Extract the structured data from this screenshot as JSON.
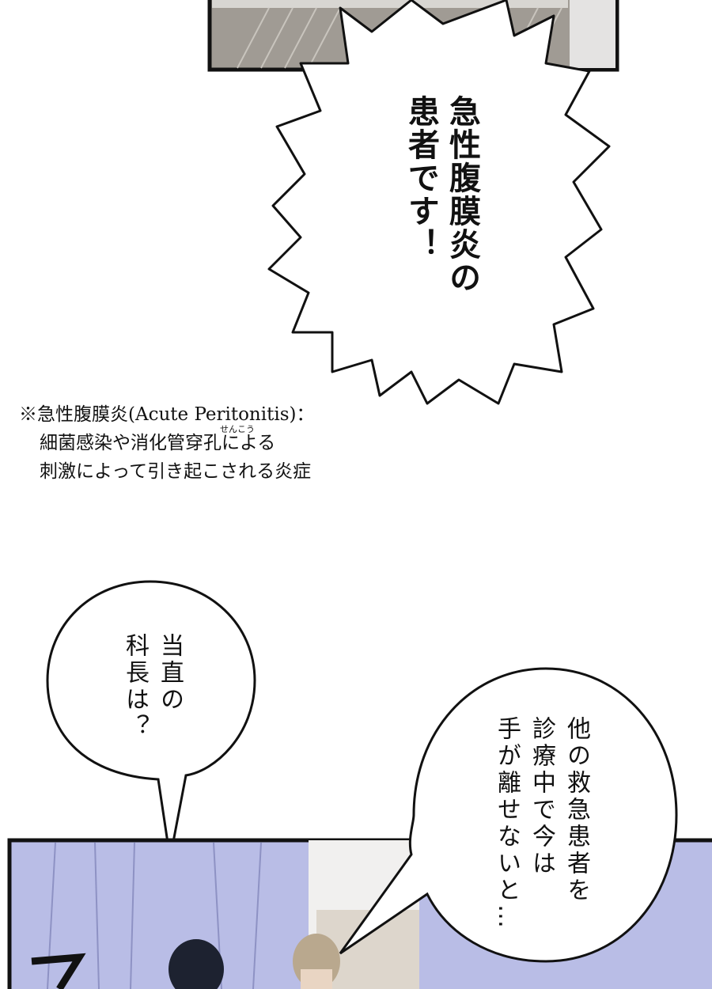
{
  "burst_bubble": {
    "lines": [
      "急性腹膜炎の",
      "患者です！"
    ]
  },
  "footnote": {
    "term": "※急性腹膜炎(Acute Peritonitis)：",
    "line1": "細菌感染や消化管穿孔による",
    "ruby": "せんこう",
    "line2": "刺激によって引き起こされる炎症"
  },
  "bubble_left": {
    "lines": [
      "当直の",
      "科長は？"
    ]
  },
  "bubble_right": {
    "lines": [
      "他の救急患者を",
      "診療中で今は",
      "手が離せないと…"
    ]
  },
  "colors": {
    "curtain": "#b9bde6",
    "floor": "#9a9690"
  }
}
